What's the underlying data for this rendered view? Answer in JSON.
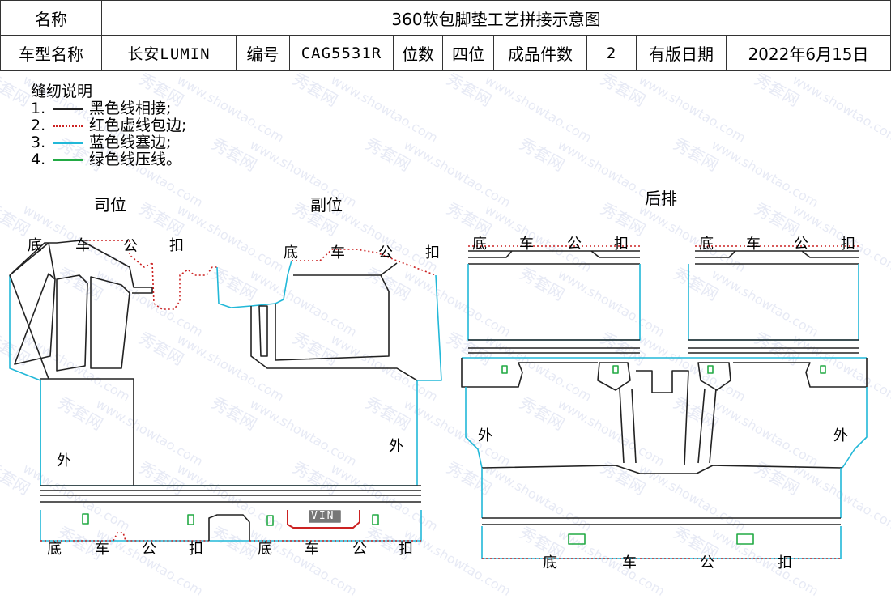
{
  "header": {
    "name_label": "名称",
    "title": "360软包脚垫工艺拼接示意图",
    "vehicle_label": "车型名称",
    "vehicle_value": "长安LUMIN",
    "code_label": "编号",
    "code_value": "CAG5531R",
    "seats_label": "位数",
    "seats_value": "四位",
    "pieces_label": "成品件数",
    "pieces_value": "2",
    "date_label": "有版日期",
    "date_value": "2022年6月15日"
  },
  "legend": {
    "title": "缝纫说明",
    "items": [
      {
        "num": "1.",
        "text": "黑色线相接;",
        "color": "#222222",
        "style": "solid"
      },
      {
        "num": "2.",
        "text": "红色虚线包边;",
        "color": "#cc2222",
        "style": "dotted"
      },
      {
        "num": "3.",
        "text": "蓝色线塞边;",
        "color": "#22b8d8",
        "style": "solid"
      },
      {
        "num": "4.",
        "text": "绿色线压线。",
        "color": "#22aa44",
        "style": "solid"
      }
    ]
  },
  "sections": {
    "driver": "司位",
    "passenger": "副位",
    "rear": "后排"
  },
  "labels": {
    "di": "底",
    "che": "车",
    "gong": "公",
    "kou": "扣",
    "wai": "外",
    "vin": "VIN"
  },
  "watermark": {
    "brand": "秀套网",
    "url": "www.showtao.com"
  },
  "colors": {
    "outline": "#222222",
    "binding": "#cc2222",
    "tuck": "#22b8d8",
    "press": "#22aa44",
    "vin_bg": "#777777"
  }
}
